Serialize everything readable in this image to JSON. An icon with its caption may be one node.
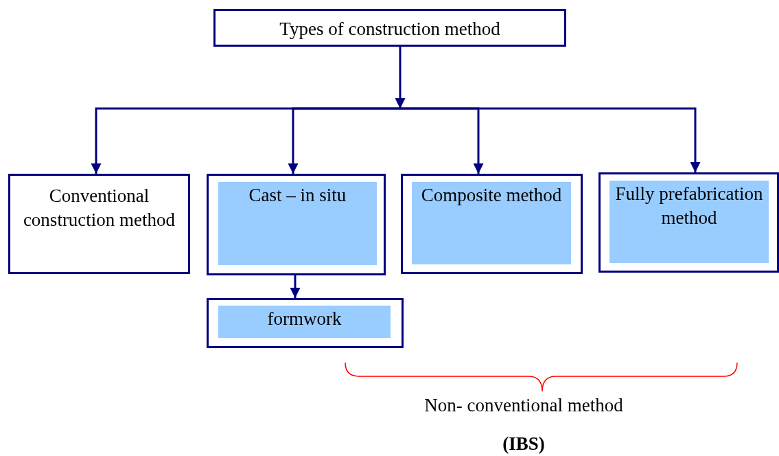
{
  "diagram": {
    "nodes": [
      {
        "text": [
          "Types of construction method"
        ]
      },
      {
        "text": [
          "Conventional construction method"
        ]
      },
      {
        "text": [
          "Cast – in situ"
        ]
      },
      {
        "text": [
          "Composite method"
        ]
      },
      {
        "text": [
          "Fully prefabrication method"
        ]
      },
      {
        "text": [
          "formwork"
        ]
      }
    ],
    "edges": [
      {
        "from": 0,
        "to": 1,
        "arrow": "to"
      },
      {
        "from": 0,
        "to": 2,
        "arrow": "to"
      },
      {
        "from": 0,
        "to": 3,
        "arrow": "to"
      },
      {
        "from": 0,
        "to": 4,
        "arrow": "to"
      },
      {
        "from": 2,
        "to": 5,
        "arrow": "to"
      }
    ],
    "labels": [
      "Non- conventional method",
      "(IBS)"
    ]
  }
}
